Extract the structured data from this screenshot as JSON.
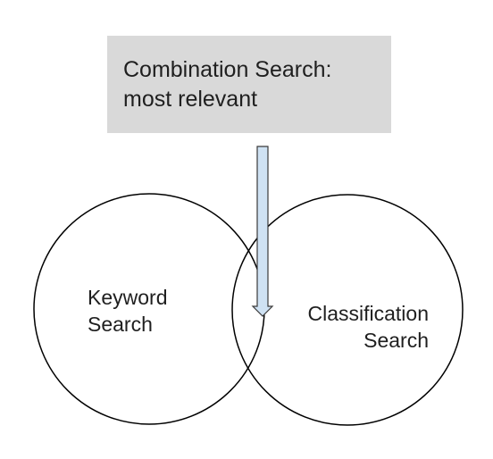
{
  "callout": {
    "line1": "Combination Search:",
    "line2": "most relevant"
  },
  "circles": {
    "left": {
      "line1": "Keyword",
      "line2": "Search"
    },
    "right": {
      "line1": "Classification",
      "line2": "Search"
    }
  },
  "colors": {
    "callout_fill": "#d9d9d9",
    "arrow_fill": "#cfe2f3",
    "stroke": "#000000"
  }
}
